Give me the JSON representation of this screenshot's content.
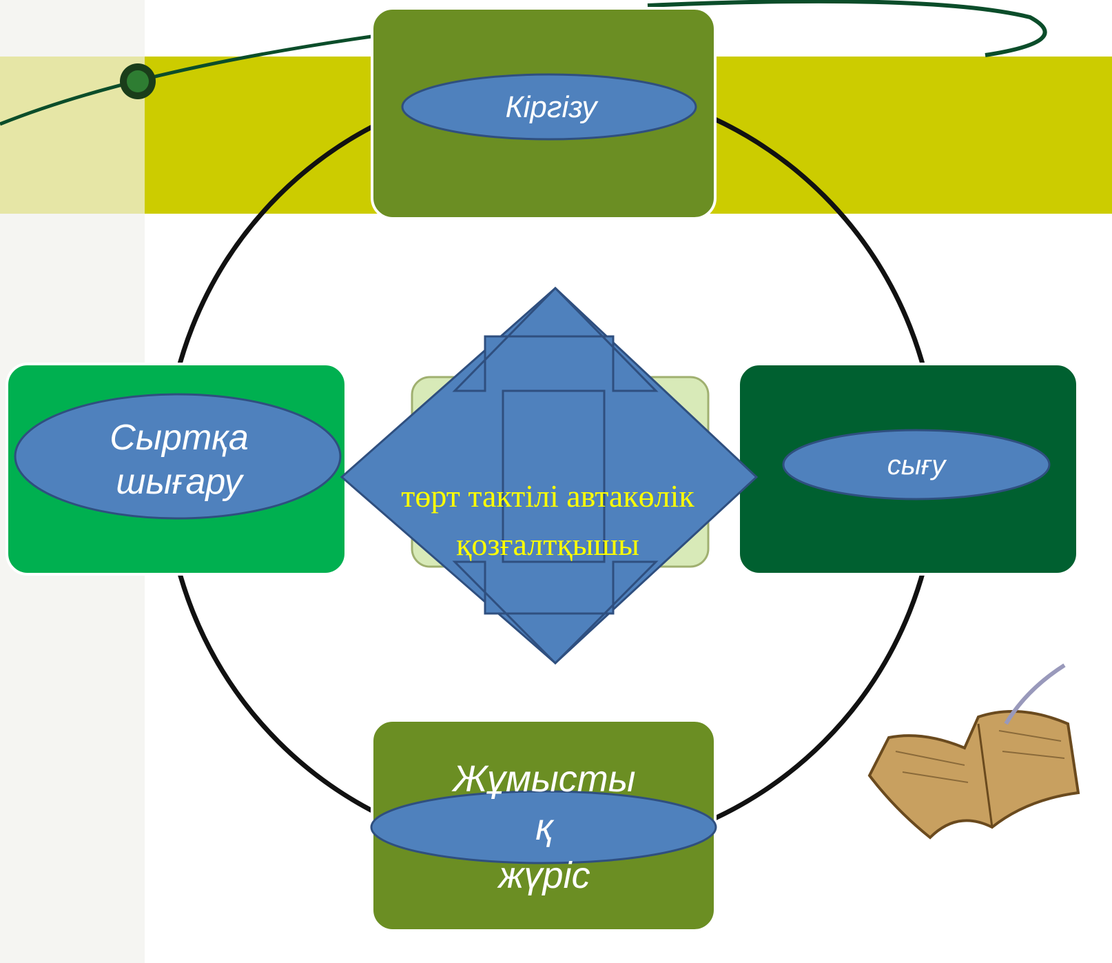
{
  "diagram": {
    "center_title_line1": "төрт тактілі автакөлік",
    "center_title_line2": "қозғалтқышы",
    "stages": {
      "top": "Кіргізу",
      "right": "сығу",
      "bottom_line1": "Жұмысты",
      "bottom_line2": "қ",
      "bottom_line3": "жүріс",
      "left_line1": "Сыртқа",
      "left_line2": "шығару"
    }
  },
  "colors": {
    "band": "#cccc00",
    "box_top": "#6b8e23",
    "box_left": "#00b050",
    "box_right": "#006400",
    "box_bottom": "#6b8e23",
    "ellipse": "#4f81bd",
    "ellipse_stroke": "#2f4f7f",
    "center_text": "#ffff00"
  }
}
